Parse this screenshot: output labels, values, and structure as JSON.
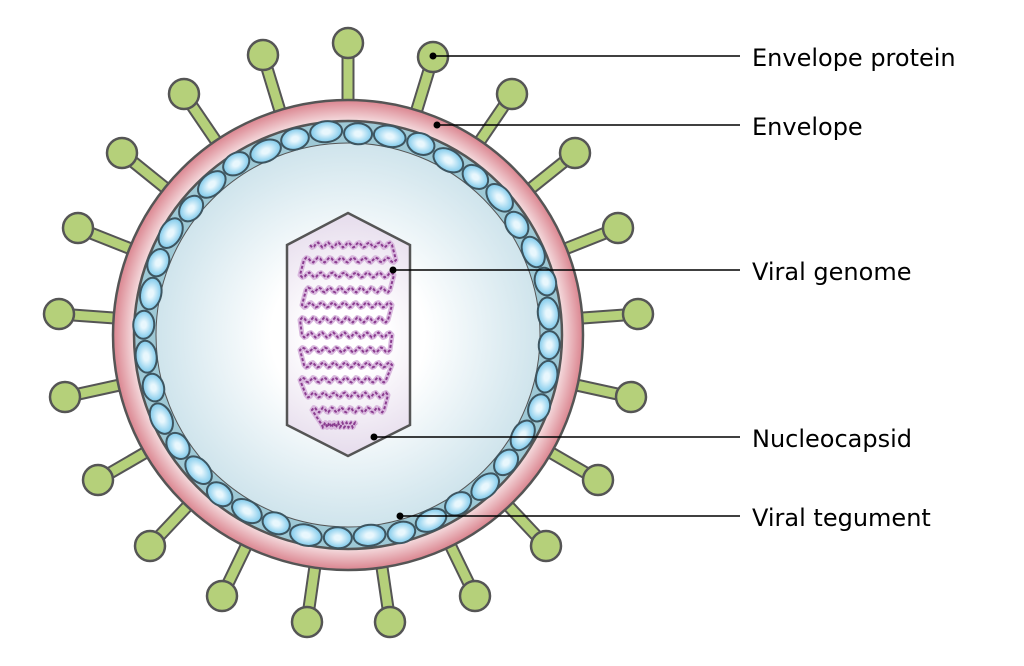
{
  "labels": {
    "envelope_protein": "Envelope protein",
    "envelope": "Envelope",
    "viral_genome": "Viral genome",
    "nucleocapsid": "Nucleocapsid",
    "viral_tegument": "Viral tegument"
  },
  "colors": {
    "spike": "#b5d07a",
    "envelope": "#e8a3ab",
    "tegument_layer": "#9ec9d6",
    "tegument_blob": "#9fd8f0",
    "core": "#eef5f8",
    "capsid": "#ece6f0",
    "genome": "#8a3d8f"
  }
}
